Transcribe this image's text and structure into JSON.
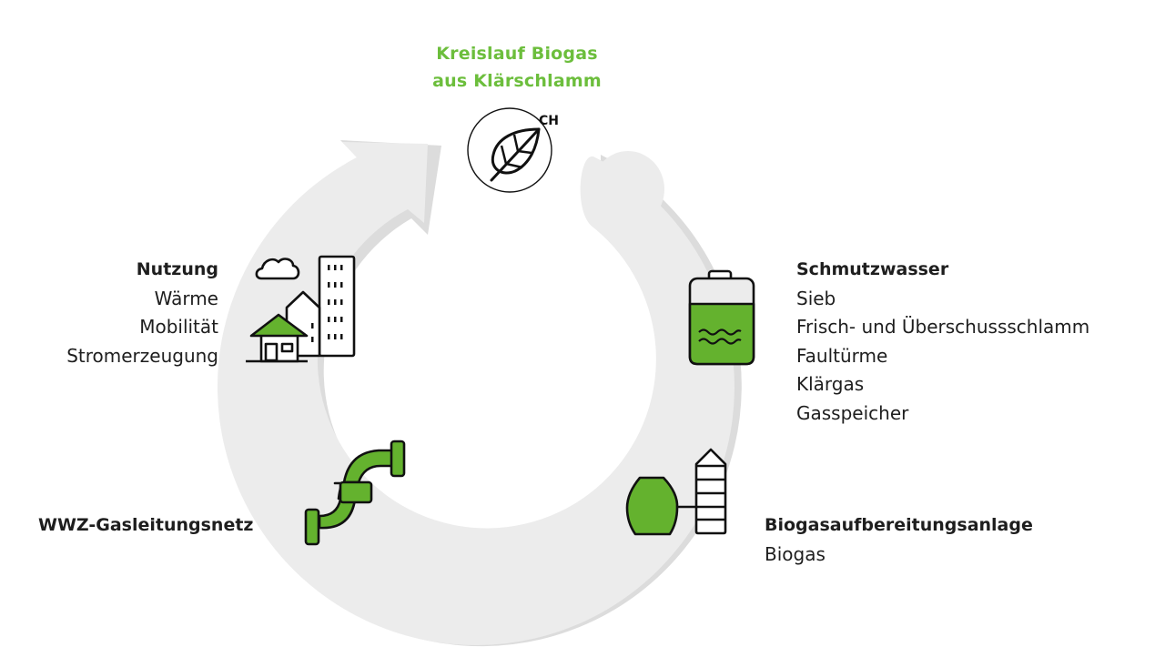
{
  "title": {
    "line1": "Kreislauf Biogas",
    "line2": "aus Klärschlamm",
    "color": "#6cbe3c"
  },
  "center_icon": {
    "icon": "leaf-icon",
    "label": "CH"
  },
  "colors": {
    "accent_green": "#64b22e",
    "ring": "#ececec",
    "ring_shadow": "#dcdcdc",
    "text": "#1e1e1e",
    "outline": "#111111"
  },
  "stages": {
    "nutzung": {
      "icon": "city-buildings-icon",
      "heading": "Nutzung",
      "items": [
        "Wärme",
        "Mobilität",
        "Stromerzeugung"
      ]
    },
    "schmutzwasser": {
      "icon": "water-tank-icon",
      "heading": "Schmutzwasser",
      "items": [
        "Sieb",
        "Frisch- und Überschussschlamm",
        "Faultürme",
        "Klärgas",
        "Gasspeicher"
      ]
    },
    "biogasanlage": {
      "icon": "biogas-plant-icon",
      "heading": "Biogasaufbereitungsanlage",
      "items": [
        "Biogas"
      ]
    },
    "gasnetz": {
      "icon": "gas-pipe-icon",
      "heading": "WWZ-Gasleitungsnetz",
      "items": []
    }
  }
}
